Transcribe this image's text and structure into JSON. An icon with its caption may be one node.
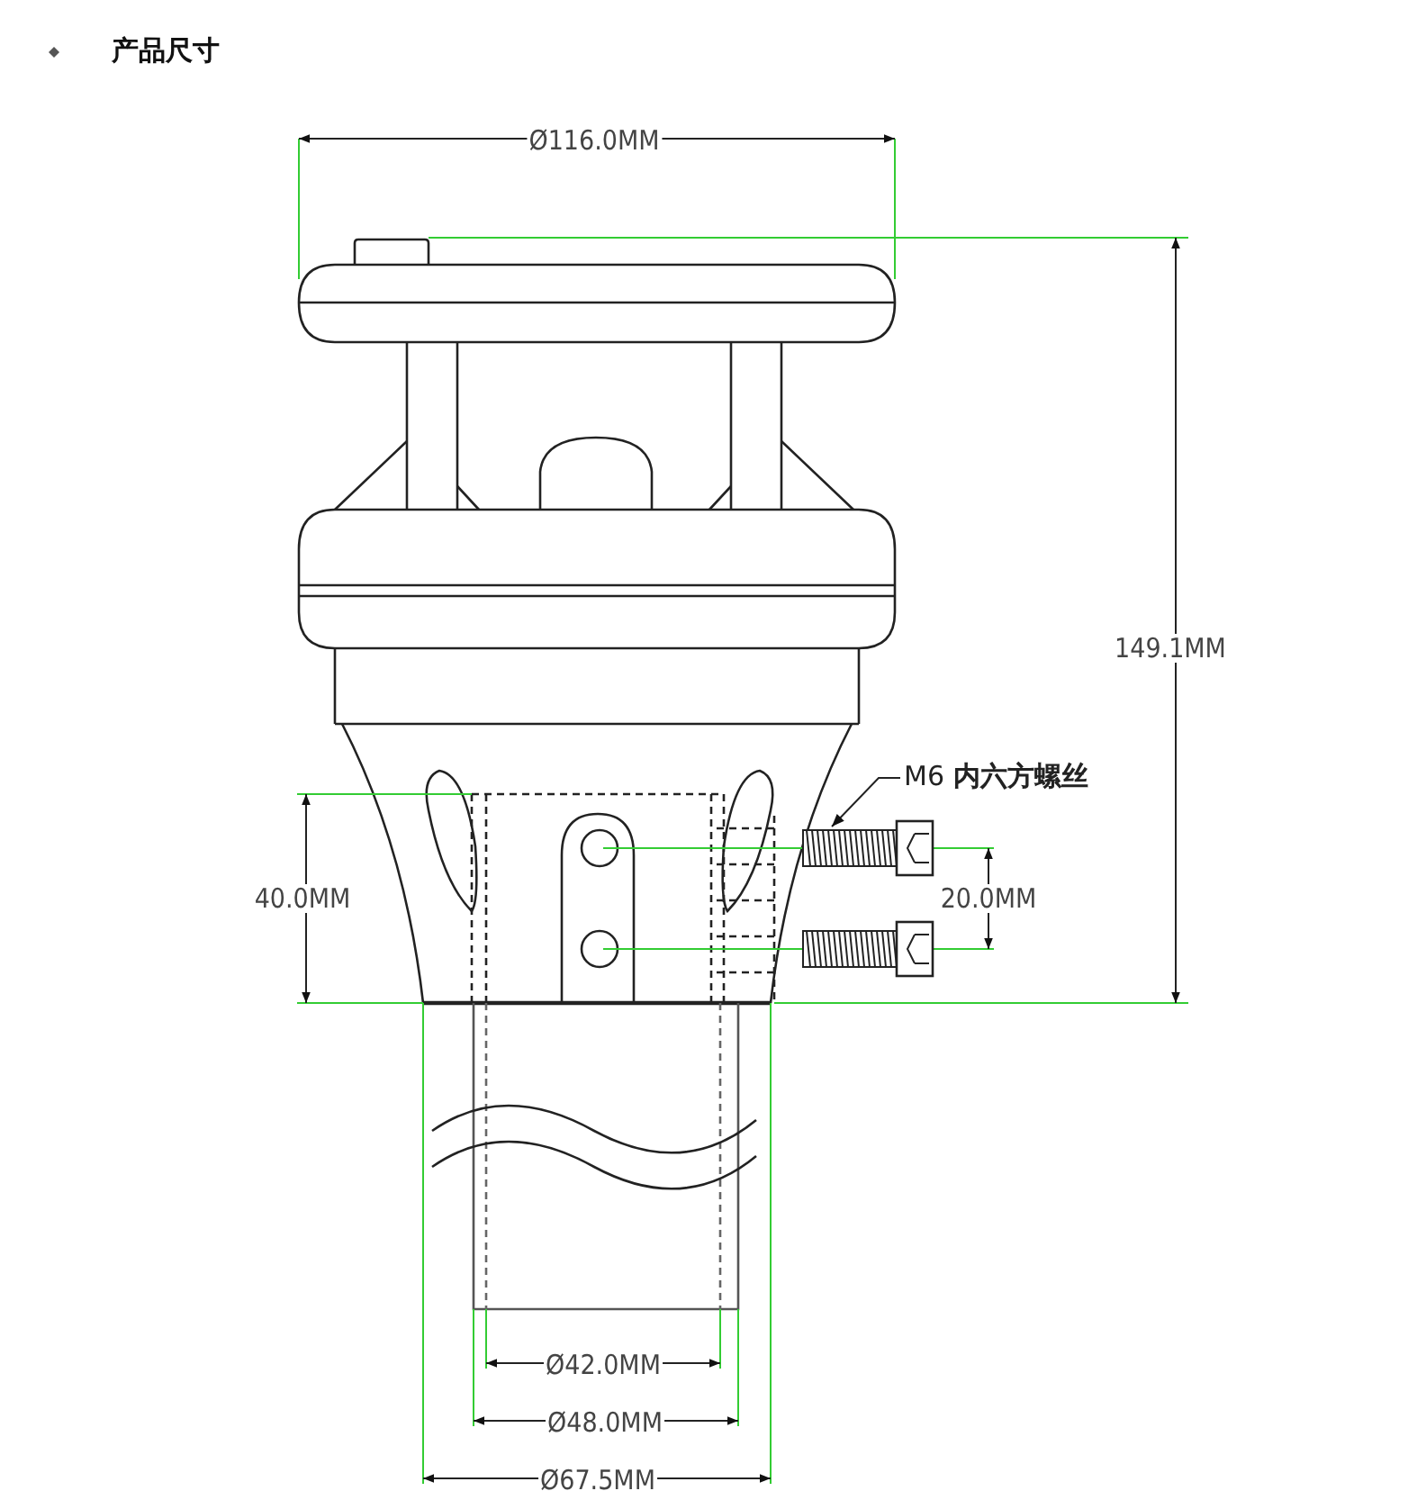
{
  "diagram": {
    "title": "产品尺寸",
    "nodes": [
      {
        "text": [
          "M6 **内六方螺丝**"
        ]
      },
      {
        "text": [],
        "shape": "picture"
      }
    ],
    "edges": [
      {
        "from": 0,
        "to": 1,
        "arrow": "to"
      }
    ],
    "labels": [
      "Ø116.0MM",
      "149.1MM",
      "40.0MM",
      "20.0MM",
      "Ø42.0MM",
      "Ø48.0MM",
      "Ø67.5MM"
    ]
  }
}
